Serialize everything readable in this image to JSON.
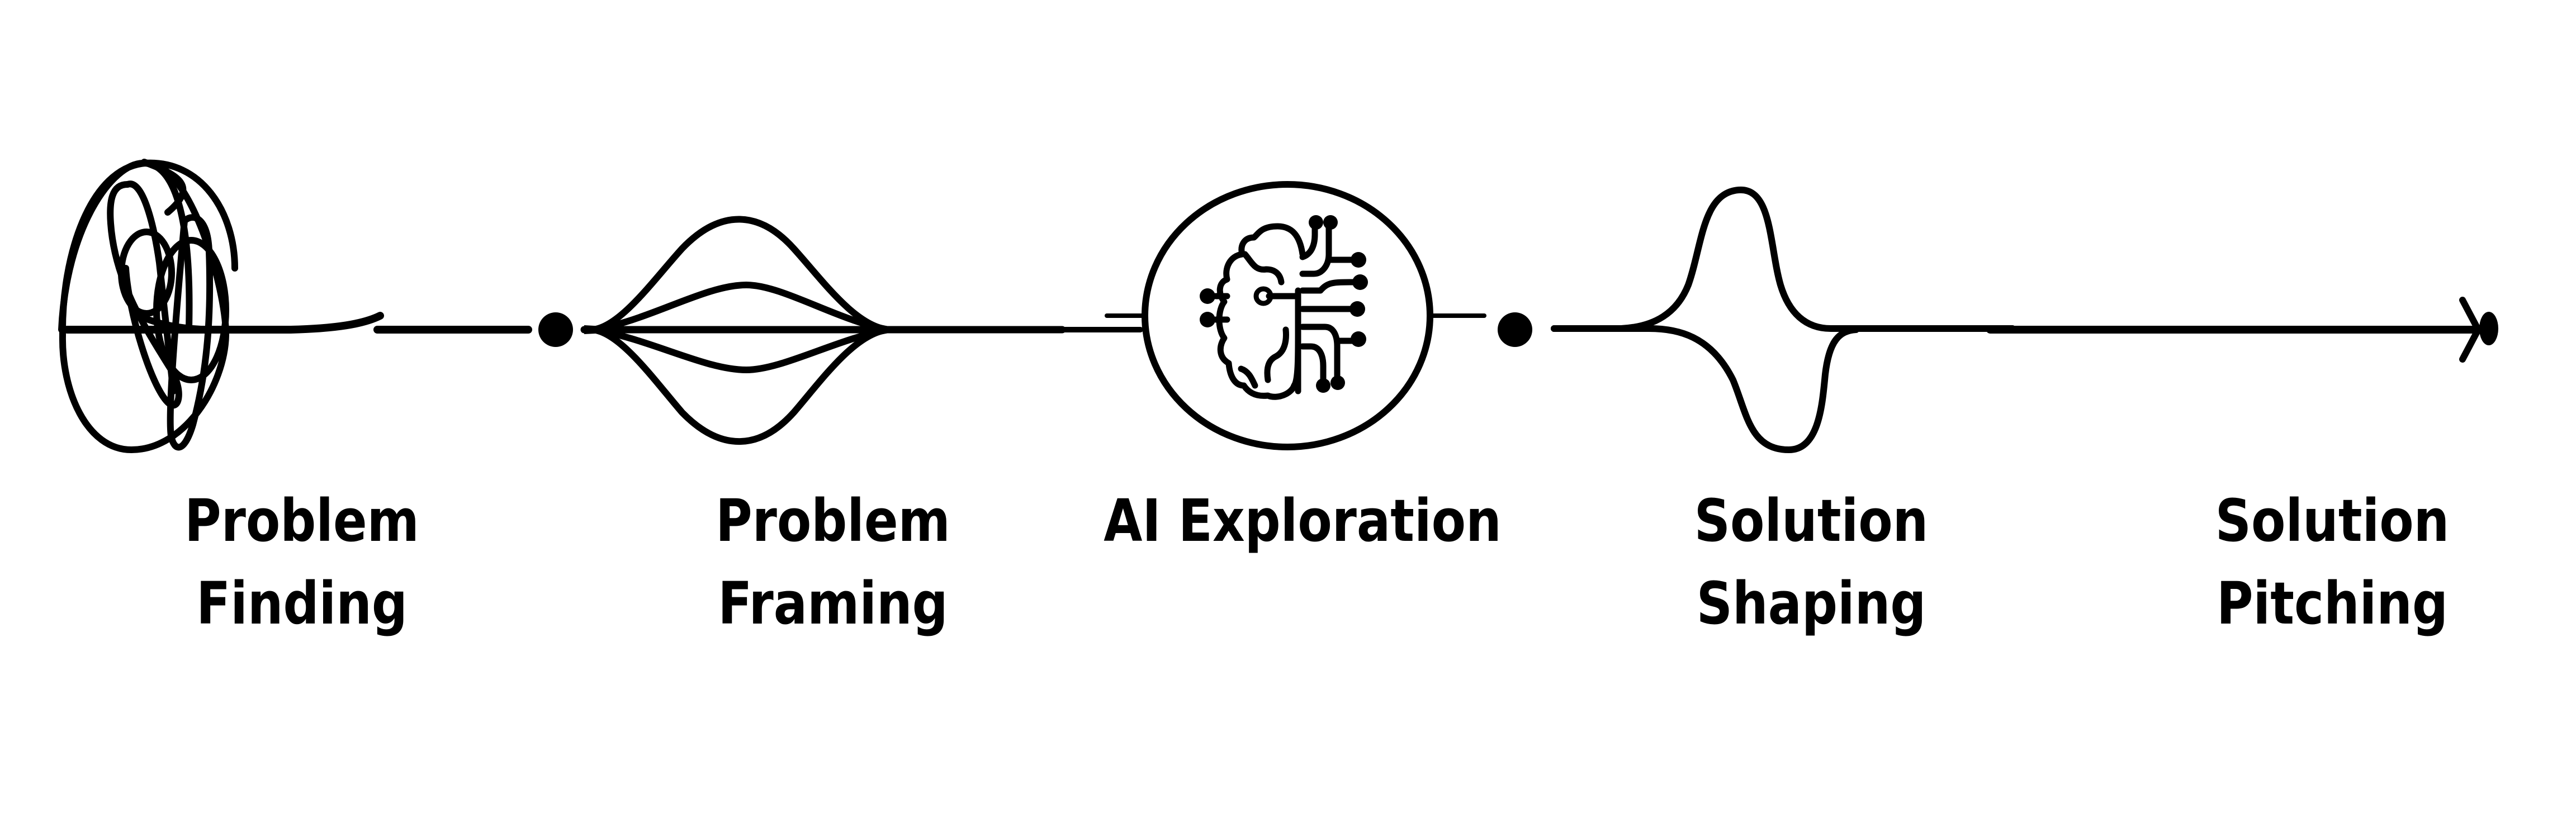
{
  "diagram": {
    "type": "process-timeline",
    "line_color": "#000000",
    "background_color": "#ffffff",
    "stages": [
      {
        "id": "problem-finding",
        "line1": "Problem",
        "line2": "Finding",
        "icon": "tangled-scribble-icon"
      },
      {
        "id": "problem-framing",
        "line1": "Problem",
        "line2": "Framing",
        "icon": "converging-lines-icon"
      },
      {
        "id": "ai-exploration",
        "line1": "AI Exploration",
        "line2": "",
        "icon": "ai-brain-circuit-icon"
      },
      {
        "id": "solution-shaping",
        "line1": "Solution",
        "line2": "Shaping",
        "icon": "wave-pulse-icon"
      },
      {
        "id": "solution-pitching",
        "line1": "Solution",
        "line2": "Pitching",
        "icon": "arrow-right-icon"
      }
    ],
    "milestone_dots": 3
  }
}
